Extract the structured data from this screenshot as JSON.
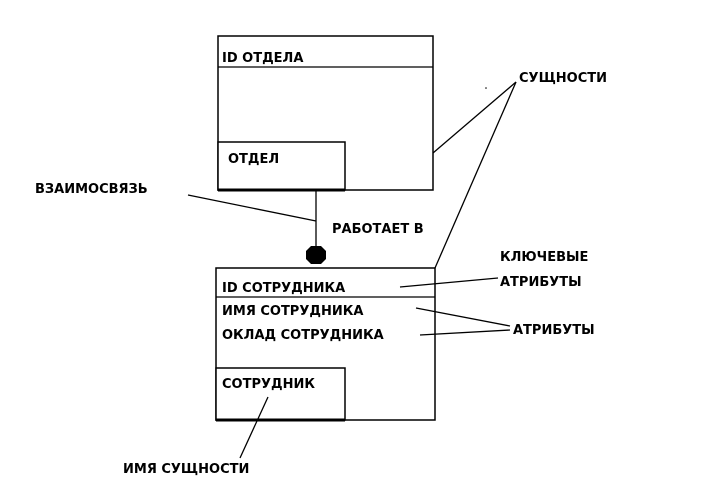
{
  "entities": [
    {
      "key": "ID ОТДЕЛА",
      "name": "ОТДЕЛ",
      "attributes": []
    },
    {
      "key": "ID СОТРУДНИКА",
      "name": "СОТРУДНИК",
      "attributes": [
        "ИМЯ СОТРУДНИКА",
        "ОКЛАД СОТРУДНИКА"
      ]
    }
  ],
  "relationship": {
    "label": "РАБОТАЕТ В"
  },
  "annotations": {
    "entities": "СУЩНОСТИ",
    "relationship": "ВЗАИМОСВЯЗЬ",
    "key_attributes_line1": "КЛЮЧЕВЫЕ",
    "key_attributes_line2": "АТРИБУТЫ",
    "attributes": "АТРИБУТЫ",
    "entity_name": "ИМЯ СУЩНОСТИ"
  }
}
